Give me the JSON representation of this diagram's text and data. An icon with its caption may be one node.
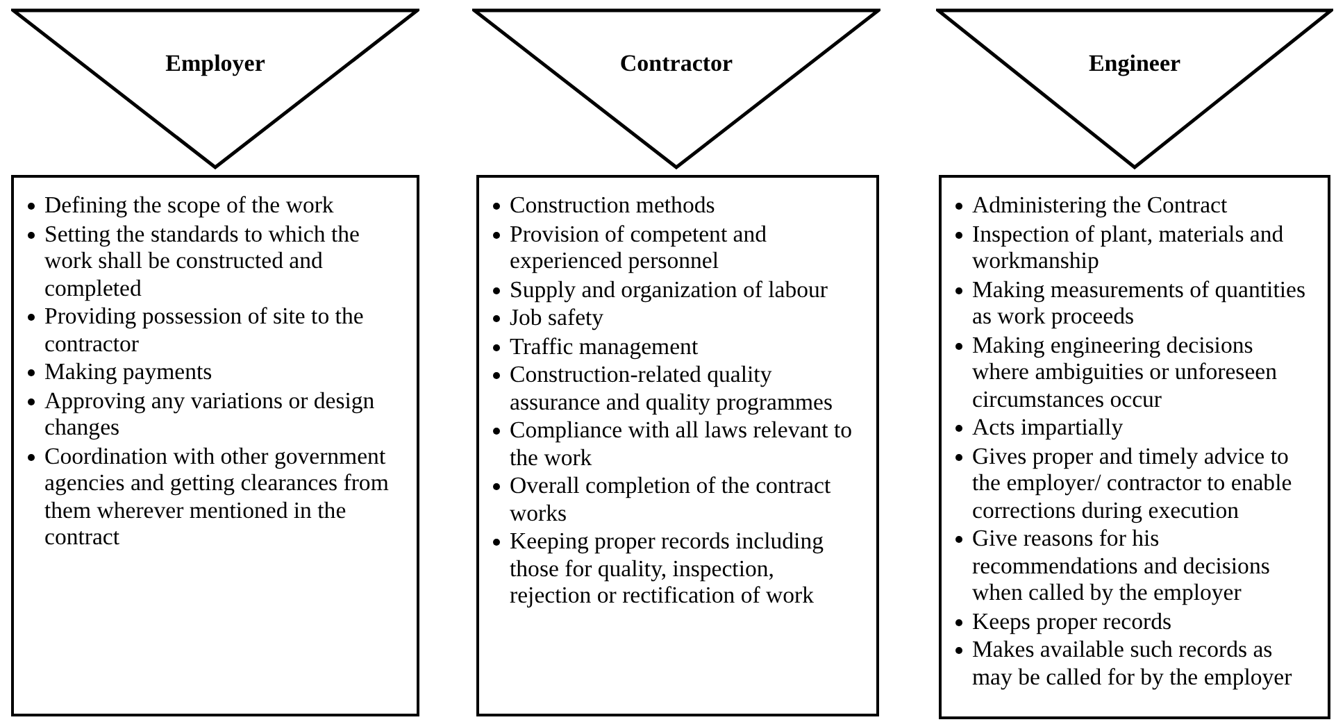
{
  "diagram": {
    "nodes": [
      {
        "text": [
          "Employer"
        ]
      },
      {
        "text": [
          "Contractor"
        ]
      },
      {
        "text": [
          "Engineer"
        ]
      },
      {
        "text": [
          "Defining the scope of the work",
          "Setting the standards to which the work shall be constructed and completed",
          "Providing possession of site to the contractor",
          "Making payments",
          "Approving any variations or design changes",
          "Coordination with other government agencies and getting clearances from them wherever mentioned in the contract"
        ]
      },
      {
        "text": [
          "Construction methods",
          "Provision of competent and experienced personnel",
          "Supply and organization of labour",
          "Job safety",
          "Traffic management",
          "Construction-related quality assurance and quality programmes",
          "Compliance with all laws relevant to the work",
          "Overall completion of the contract works",
          "Keeping proper records including those for quality, inspection, rejection or rectification of work"
        ]
      },
      {
        "text": [
          "Administering the Contract",
          "Inspection of plant, materials and workmanship",
          "Making measurements of quantities as work proceeds",
          "Making engineering decisions where ambiguities or unforeseen circumstances occur",
          "Acts impartially",
          "Gives proper and timely advice to the employer/ contractor to enable corrections during execution",
          "Give reasons for his recommendations and decisions when called by the employer",
          "Keeps proper records",
          "Makes available such records as may be called for by the employer"
        ]
      }
    ]
  }
}
